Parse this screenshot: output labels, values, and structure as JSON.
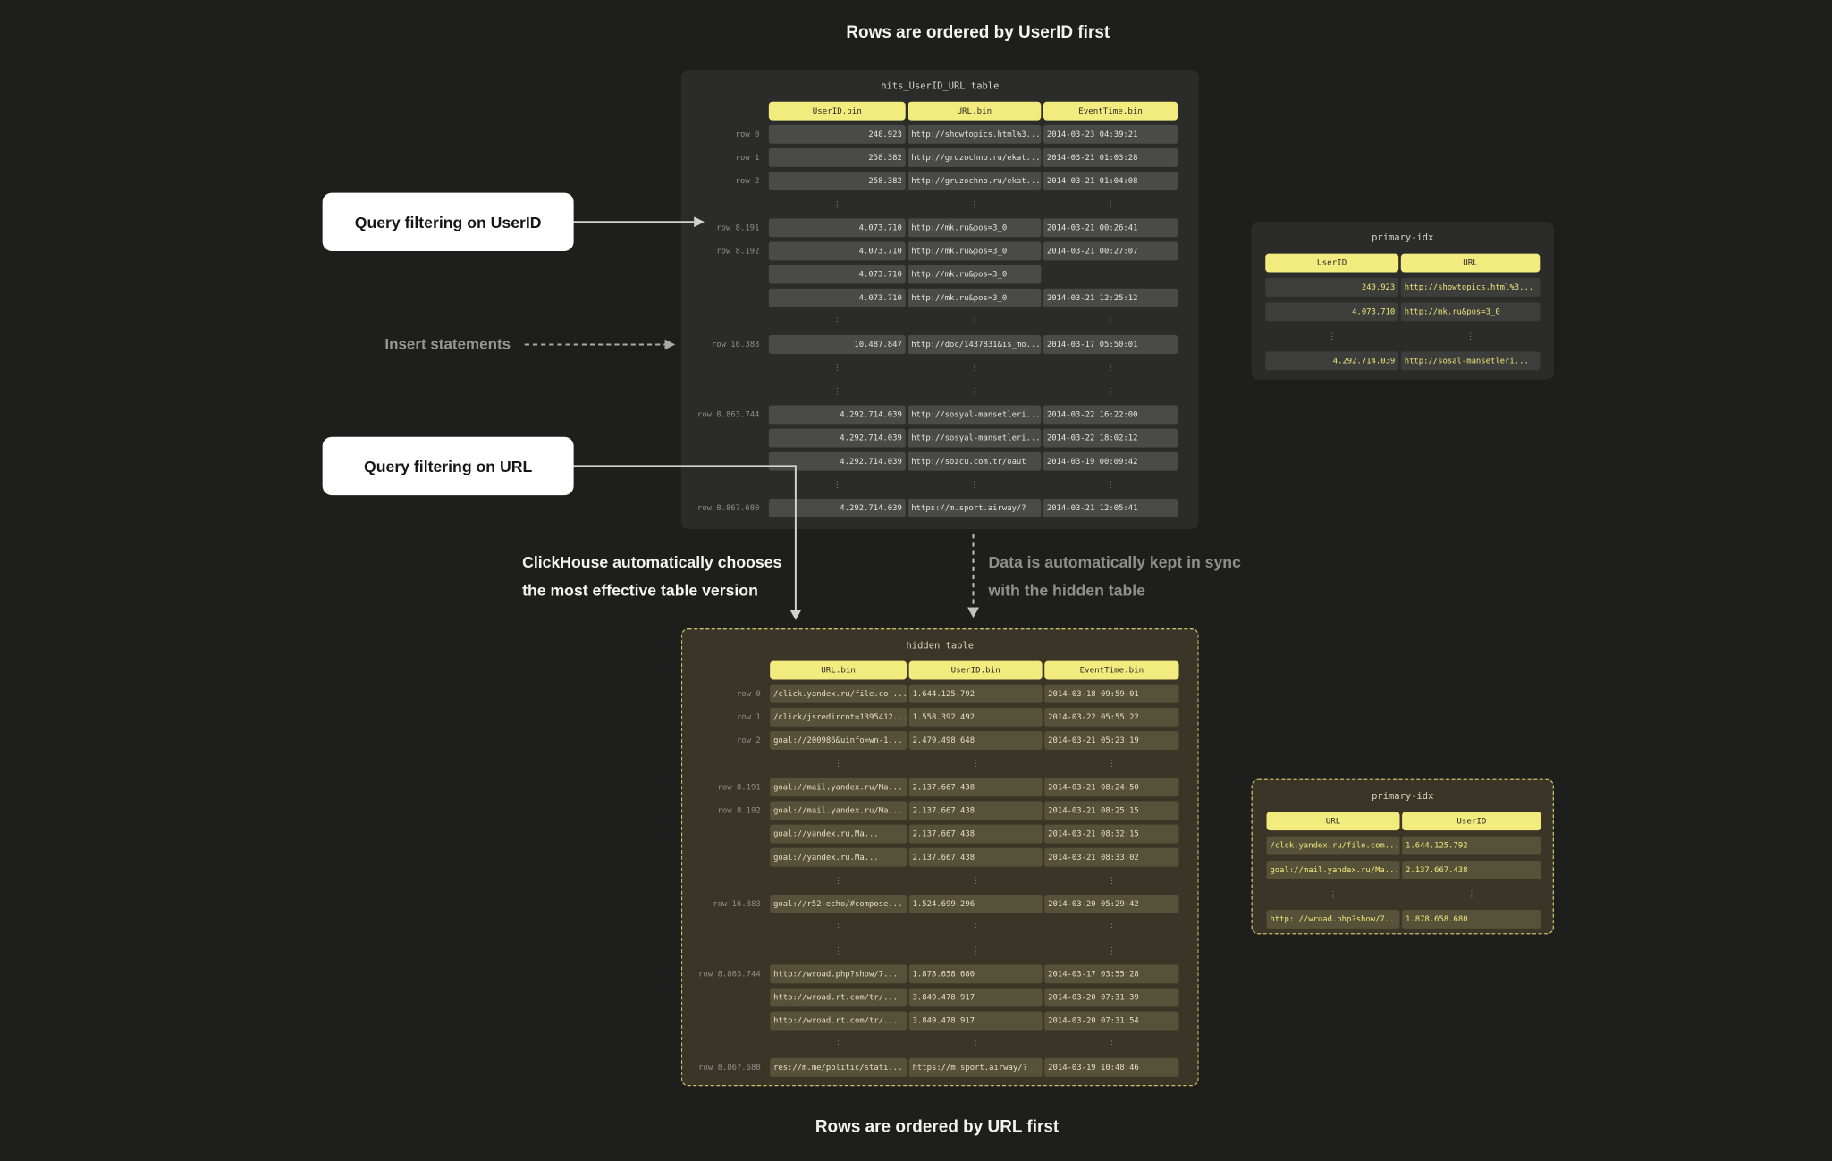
{
  "titles": {
    "top": "Rows are ordered by UserID first",
    "bottom": "Rows are ordered by URL first"
  },
  "callouts": {
    "query_userid": "Query filtering on UserID",
    "query_url": "Query filtering on URL",
    "insert": "Insert statements",
    "choose_line1": "ClickHouse automatically chooses",
    "choose_line2": "the most effective table version",
    "sync_line1": "Data is automatically kept in sync",
    "sync_line2": "with the hidden table"
  },
  "glyphs": {
    "ellipsis": "⋮"
  },
  "colors": {
    "background": "#1e1e1c",
    "panel_dark": "#2b2b29",
    "cell_dark": "#4a4a48",
    "accent_yellow": "#f2eb7e",
    "yellow_text": "#f0e87c",
    "olive_panel": "#3a3527",
    "olive_cell": "#565139",
    "muted_text": "#8f8f8d",
    "callout_bg": "#ffffff"
  },
  "main_table": {
    "title": "hits_UserID_URL table",
    "columns": [
      "UserID.bin",
      "URL.bin",
      "EventTime.bin"
    ],
    "rows": [
      {
        "label": "row 0",
        "cells": [
          "240.923",
          "http://showtopics.html%3...",
          "2014-03-23 04:39:21"
        ]
      },
      {
        "label": "row 1",
        "cells": [
          "258.382",
          "http://gruzochno.ru/ekat...",
          "2014-03-21 01:03:28"
        ]
      },
      {
        "label": "row 2",
        "cells": [
          "258.382",
          "http://gruzochno.ru/ekat...",
          "2014-03-21 01:04:08"
        ]
      },
      {
        "ellipsis": true
      },
      {
        "label": "row 8.191",
        "cells": [
          "4.073.710",
          "http://mk.ru&pos=3_0",
          "2014-03-21 00:26:41"
        ]
      },
      {
        "label": "row 8.192",
        "cells": [
          "4.073.710",
          "http://mk.ru&pos=3_0",
          "2014-03-21 00:27:07"
        ]
      },
      {
        "label": "",
        "cells": [
          "4.073.710",
          "http://mk.ru&pos=3_0",
          null
        ]
      },
      {
        "label": "",
        "cells": [
          "4.073.710",
          "http://mk.ru&pos=3_0",
          "2014-03-21 12:25:12"
        ]
      },
      {
        "ellipsis": true
      },
      {
        "label": "row 16.383",
        "cells": [
          "10.487.847",
          "http://doc/1437831&is_mo...",
          "2014-03-17 05:50:01"
        ]
      },
      {
        "ellipsis": true
      },
      {
        "ellipsis": true
      },
      {
        "label": "row 8.863.744",
        "cells": [
          "4.292.714.039",
          "http://sosyal-mansetleri...",
          "2014-03-22 16:22:00"
        ]
      },
      {
        "label": "",
        "cells": [
          "4.292.714.039",
          "http://sosyal-mansetleri...",
          "2014-03-22 18:02:12"
        ]
      },
      {
        "label": "",
        "cells": [
          "4.292.714.039",
          "http://sozcu.com.tr/oaut",
          "2014-03-19 00:09:42"
        ]
      },
      {
        "ellipsis": true
      },
      {
        "label": "row 8.867.680",
        "cells": [
          "4.292.714.039",
          "https://m.sport.airway/?",
          "2014-03-21 12:05:41"
        ]
      }
    ]
  },
  "hidden_table": {
    "title": "hidden table",
    "columns": [
      "URL.bin",
      "UserID.bin",
      "EventTime.bin"
    ],
    "rows": [
      {
        "label": "row 0",
        "cells": [
          "/click.yandex.ru/file.co ...",
          "1.644.125.792",
          "2014-03-18 09:59:01"
        ]
      },
      {
        "label": "row 1",
        "cells": [
          "/click/jsredircnt=1395412...",
          "1.558.392.492",
          "2014-03-22 05:55:22"
        ]
      },
      {
        "label": "row 2",
        "cells": [
          "goal://200986&uinfo=wn-1...",
          "2.479.498.648",
          "2014-03-21 05:23:19"
        ]
      },
      {
        "ellipsis": true
      },
      {
        "label": "row 8.191",
        "cells": [
          "goal://mail.yandex.ru/Ma...",
          "2.137.667.438",
          "2014-03-21 08:24:50"
        ]
      },
      {
        "label": "row 8.192",
        "cells": [
          "goal://mail.yandex.ru/Ma...",
          "2.137.667.438",
          "2014-03-21 08:25:15"
        ]
      },
      {
        "label": "",
        "cells": [
          "goal://yandex.ru.Ma...",
          "2.137.667.438",
          "2014-03-21 08:32:15"
        ]
      },
      {
        "label": "",
        "cells": [
          "goal://yandex.ru.Ma...",
          "2.137.667.438",
          "2014-03-21 08:33:02"
        ]
      },
      {
        "ellipsis": true
      },
      {
        "label": "row 16.383",
        "cells": [
          "goal://r52-echo/#compose...",
          "1.524.699.296",
          "2014-03-20 05:29:42"
        ]
      },
      {
        "ellipsis": true
      },
      {
        "ellipsis": true
      },
      {
        "label": "row 8.863.744",
        "cells": [
          "http://wroad.php?show/7...",
          "1.878.658.680",
          "2014-03-17 03:55:28"
        ]
      },
      {
        "label": "",
        "cells": [
          "http://wroad.rt.com/tr/...",
          "3.849.478.917",
          "2014-03-20 07:31:39"
        ]
      },
      {
        "label": "",
        "cells": [
          "http://wroad.rt.com/tr/...",
          "3.849.478.917",
          "2014-03-20 07:31:54"
        ]
      },
      {
        "ellipsis": true
      },
      {
        "label": "row 8.867.680",
        "cells": [
          "res://m.me/politic/stati...",
          "https://m.sport.airway/?",
          "2014-03-19 10:48:46"
        ]
      }
    ]
  },
  "primary_idx_top": {
    "title": "primary-idx",
    "columns": [
      "UserID",
      "URL"
    ],
    "rows": [
      {
        "cells": [
          "240.923",
          "http://showtopics.html%3..."
        ]
      },
      {
        "cells": [
          "4.073.710",
          "http://mk.ru&pos=3_0"
        ]
      },
      {
        "ellipsis": true
      },
      {
        "cells": [
          "4.292.714.039",
          "http://sosal-mansetleri..."
        ]
      }
    ]
  },
  "primary_idx_bottom": {
    "title": "primary-idx",
    "columns": [
      "URL",
      "UserID"
    ],
    "rows": [
      {
        "cells": [
          "/clck.yandex.ru/file.com...",
          "1.644.125.792"
        ]
      },
      {
        "cells": [
          "goal://mail.yandex.ru/Ma...",
          "2.137.667.438"
        ]
      },
      {
        "ellipsis": true
      },
      {
        "cells": [
          "http: //wroad.php?show/7...",
          "1.878.658.680"
        ]
      }
    ]
  }
}
